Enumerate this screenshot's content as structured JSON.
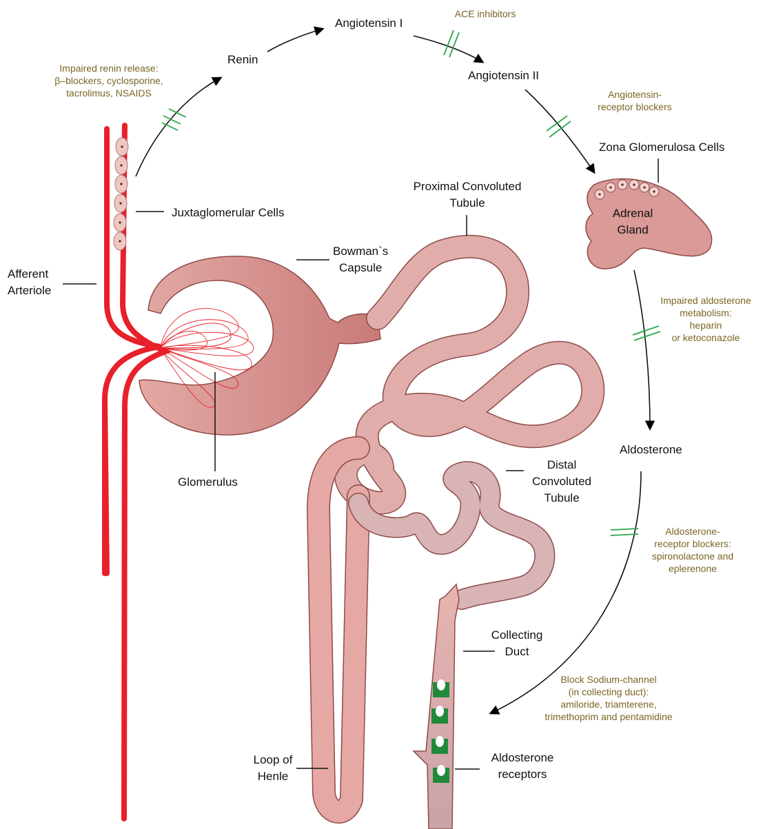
{
  "pathway": {
    "renin": "Renin",
    "angiotensin_1": "Angiotensin I",
    "angiotensin_2": "Angiotensin II",
    "aldosterone": "Aldosterone"
  },
  "anatomy": {
    "juxtaglomerular_cells": "Juxtaglomerular Cells",
    "afferent_arteriole": [
      "Afferent",
      "Arteriole"
    ],
    "bowmans_capsule": [
      "Bowman`s",
      "Capsule"
    ],
    "glomerulus": "Glomerulus",
    "proximal_tubule": [
      "Proximal Convoluted",
      "Tubule"
    ],
    "distal_tubule": [
      "Distal",
      "Convoluted",
      "Tubule"
    ],
    "collecting_duct": [
      "Collecting",
      "Duct"
    ],
    "loop_of_henle": [
      "Loop of",
      "Henle"
    ],
    "aldosterone_receptors": [
      "Aldosterone",
      "receptors"
    ],
    "zona_glomerulosa": "Zona Glomerulosa Cells",
    "adrenal_gland": [
      "Adrenal",
      "Gland"
    ]
  },
  "inhibitors": {
    "renin_release": [
      "Impaired renin release:",
      "β–blockers, cyclosporine,",
      "tacrolimus, NSAIDS"
    ],
    "ace": [
      "ACE inhibitors"
    ],
    "arb": [
      "Angiotensin-",
      "receptor blockers"
    ],
    "aldosterone_metabolism": [
      "Impaired aldosterone",
      "metabolism:",
      "heparin",
      "or ketoconazole"
    ],
    "aldosterone_receptor": [
      "Aldosterone-",
      "receptor blockers:",
      "spironolactone and",
      "eplerenone"
    ],
    "sodium_channel": [
      "Block Sodium-channel",
      "(in collecting duct):",
      "amiloride, triamterene,",
      "trimethoprim and pentamidine"
    ]
  },
  "colors": {
    "vessel": "#e8202a",
    "tissue": "#d98c8c",
    "tubule": "#dba7a7",
    "inhibitor_text": "#7a6522",
    "block_mark": "#2aa84a",
    "receptor": "#1f8a3a"
  }
}
